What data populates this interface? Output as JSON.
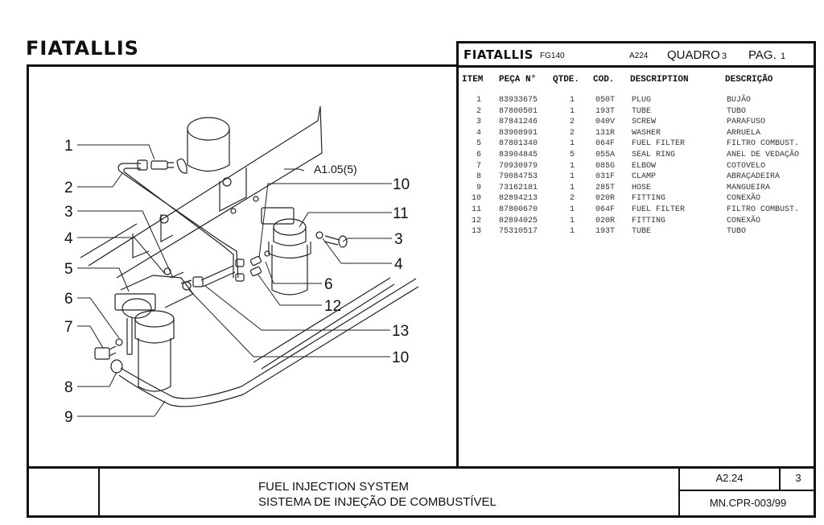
{
  "brand": "FIATALLIS",
  "panel_header": {
    "brand": "FIATALLIS",
    "model": "FG140",
    "ref": "A224",
    "quadro_label": "QUADRO",
    "quadro_number": "3",
    "page_label": "PAG.",
    "page_number": "1"
  },
  "table": {
    "columns": [
      "ITEM",
      "PEÇA N°",
      "QTDE.",
      "COD.",
      "DESCRIPTION",
      "DESCRIÇÃO"
    ],
    "rows": [
      {
        "item": "1",
        "part": "83933675",
        "qty": "1",
        "cod": "050T",
        "desc": "PLUG",
        "descr": "BUJÃO"
      },
      {
        "item": "2",
        "part": "87800501",
        "qty": "1",
        "cod": "193T",
        "desc": "TUBE",
        "descr": "TUBO"
      },
      {
        "item": "3",
        "part": "87841246",
        "qty": "2",
        "cod": "040V",
        "desc": "SCREW",
        "descr": "PARAFUSO"
      },
      {
        "item": "4",
        "part": "83908991",
        "qty": "2",
        "cod": "131R",
        "desc": "WASHER",
        "descr": "ARRUELA"
      },
      {
        "item": "5",
        "part": "87801340",
        "qty": "1",
        "cod": "064F",
        "desc": "FUEL FILTER",
        "descr": "FILTRO COMBUST."
      },
      {
        "item": "6",
        "part": "83904845",
        "qty": "5",
        "cod": "055A",
        "desc": "SEAL RING",
        "descr": "ANEL DE VEDAÇÃO"
      },
      {
        "item": "7",
        "part": "70930979",
        "qty": "1",
        "cod": "085G",
        "desc": "ELBOW",
        "descr": "COTOVELO"
      },
      {
        "item": "8",
        "part": "79084753",
        "qty": "1",
        "cod": "031F",
        "desc": "CLAMP",
        "descr": "ABRAÇADEIRA"
      },
      {
        "item": "9",
        "part": "73162181",
        "qty": "1",
        "cod": "285T",
        "desc": "HOSE",
        "descr": "MANGUEIRA"
      },
      {
        "item": "10",
        "part": "82894213",
        "qty": "2",
        "cod": "020R",
        "desc": "FITTING",
        "descr": "CONEXÃO"
      },
      {
        "item": "11",
        "part": "87800670",
        "qty": "1",
        "cod": "064F",
        "desc": "FUEL FILTER",
        "descr": "FILTRO COMBUST."
      },
      {
        "item": "12",
        "part": "82894025",
        "qty": "1",
        "cod": "020R",
        "desc": "FITTING",
        "descr": "CONEXÃO"
      },
      {
        "item": "13",
        "part": "75310517",
        "qty": "1",
        "cod": "193T",
        "desc": "TUBE",
        "descr": "TUBO"
      }
    ]
  },
  "drawing": {
    "cross_reference": "A1.05(5)",
    "callouts": [
      "1",
      "2",
      "3",
      "4",
      "5",
      "6",
      "7",
      "8",
      "9",
      "10",
      "11",
      "3",
      "4",
      "6",
      "12",
      "13",
      "10"
    ]
  },
  "footer": {
    "title_en": "FUEL INJECTION SYSTEM",
    "title_pt": "SISTEMA DE INJEÇÃO DE COMBUSTÍVEL",
    "ref": "A2.24",
    "page": "3",
    "doc_code": "MN.CPR-003/99"
  }
}
